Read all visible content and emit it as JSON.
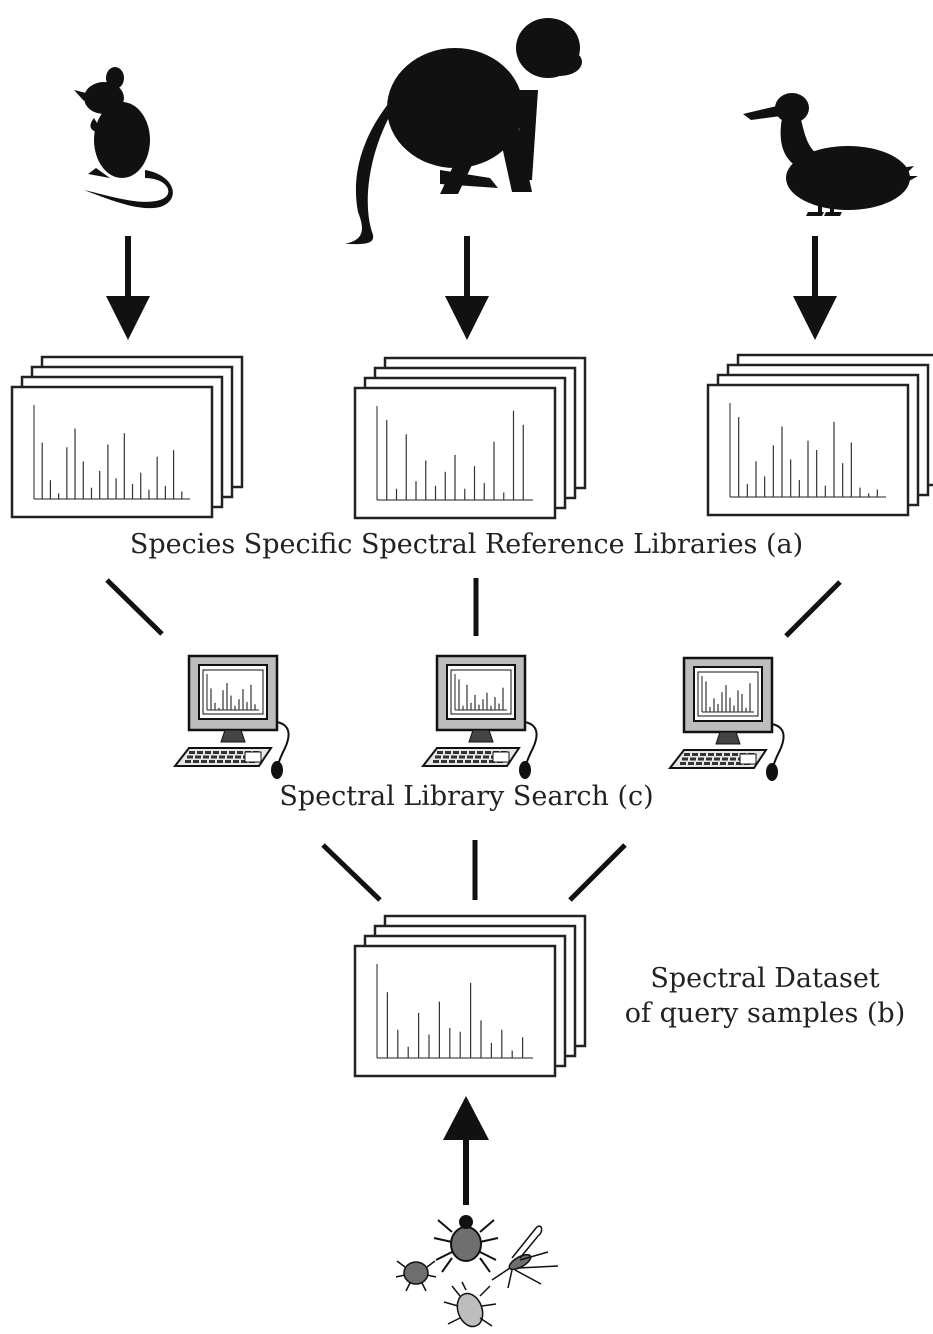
{
  "labels": {
    "libraries": "Species Specific Spectral Reference Libraries (a)",
    "search": "Spectral Library Search (c)",
    "dataset_line1": "Spectral Dataset",
    "dataset_line2": "of query samples (b)"
  },
  "colors": {
    "ink": "#111111",
    "frame": "#222222",
    "monitor_grey": "#bdbdbd",
    "insect_grey": "#6f6f6f"
  },
  "species": [
    "mouse-icon",
    "monkey-icon",
    "duck-icon"
  ],
  "spectra": {
    "mouse_library": [
      60,
      20,
      6,
      55,
      75,
      40,
      12,
      30,
      58,
      22,
      70,
      16,
      28,
      10,
      45,
      14,
      52,
      8
    ],
    "monkey_library": [
      85,
      12,
      70,
      20,
      42,
      15,
      30,
      48,
      12,
      36,
      18,
      62,
      8,
      95,
      80
    ],
    "duck_library": [
      85,
      14,
      38,
      22,
      55,
      75,
      40,
      18,
      60,
      50,
      12,
      80,
      36,
      58,
      10,
      4,
      8
    ],
    "query_dataset": [
      70,
      30,
      12,
      48,
      25,
      60,
      32,
      28,
      80,
      40,
      16,
      30,
      8,
      22
    ]
  }
}
